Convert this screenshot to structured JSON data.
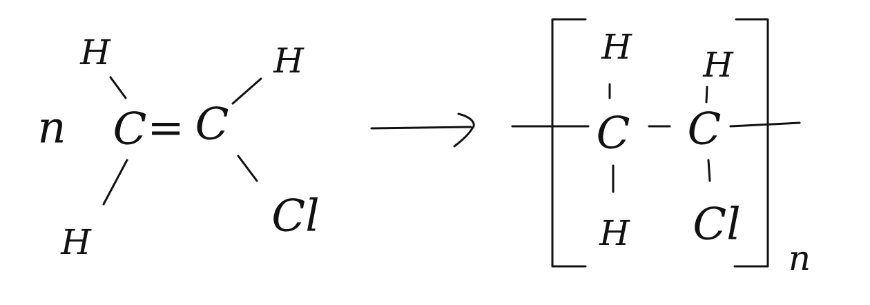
{
  "ink_color": "#111111",
  "monomer": {
    "coefficient": "n",
    "carbon_left": "C",
    "carbon_right": "C",
    "double_bond": "=",
    "h_top_left": "H",
    "h_bottom_left": "H",
    "h_top_right": "H",
    "substituent": "Cl"
  },
  "reaction_arrow": "reaction-arrow",
  "polymer": {
    "carbon_left": "C",
    "carbon_right": "C",
    "h_top_left": "H",
    "h_bottom_left": "H",
    "h_top_right": "H",
    "substituent": "Cl",
    "repeat_subscript": "n"
  }
}
